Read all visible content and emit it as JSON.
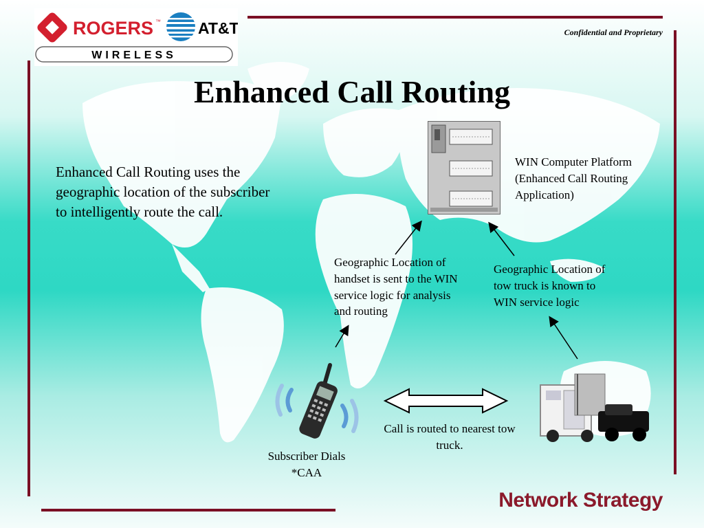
{
  "header": {
    "confidential": "Confidential and Proprietary",
    "logo": {
      "brand1": "ROGERS",
      "brand2": "AT&T",
      "brand3": "WIRELESS",
      "tm": "™"
    }
  },
  "title": "Enhanced Call Routing",
  "description": "Enhanced Call Routing uses the geographic location of the subscriber to intelligently route the call.",
  "labels": {
    "server": "WIN Computer Platform (Enhanced Call Routing Application)",
    "handset_location": "Geographic Location of handset is sent to the WIN service logic for analysis and routing",
    "truck_location": "Geographic Location of tow truck is known to WIN service logic",
    "routed": "Call is routed to nearest tow truck.",
    "subscriber_line1": "Subscriber Dials",
    "subscriber_line2": "*CAA"
  },
  "footer": "Network Strategy",
  "colors": {
    "accent": "#7a0f24",
    "teal": "#2ed8c4",
    "footer_red": "#8b1a2b"
  }
}
